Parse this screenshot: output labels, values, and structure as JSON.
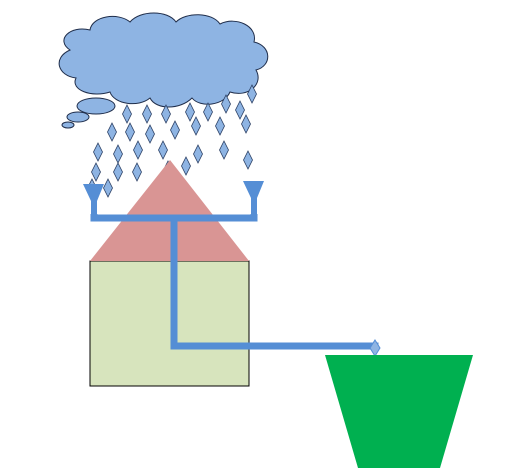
{
  "diagram": {
    "colors": {
      "cloud_fill": "#8eb4e3",
      "cloud_stroke": "#1f2d4a",
      "raindrop_fill": "#8eb4e3",
      "raindrop_stroke": "#2b3f63",
      "roof_fill": "#d99594",
      "wall_fill": "#d7e4bd",
      "outline": "#000000",
      "pipe": "#558ed5",
      "tank_fill": "#00b050"
    },
    "elements": {
      "cloud": "thought-cloud",
      "rain": "raindrops",
      "house": "house",
      "gutters": "funnel-gutters",
      "downpipe": "downpipe",
      "tank": "collection-tank"
    }
  }
}
